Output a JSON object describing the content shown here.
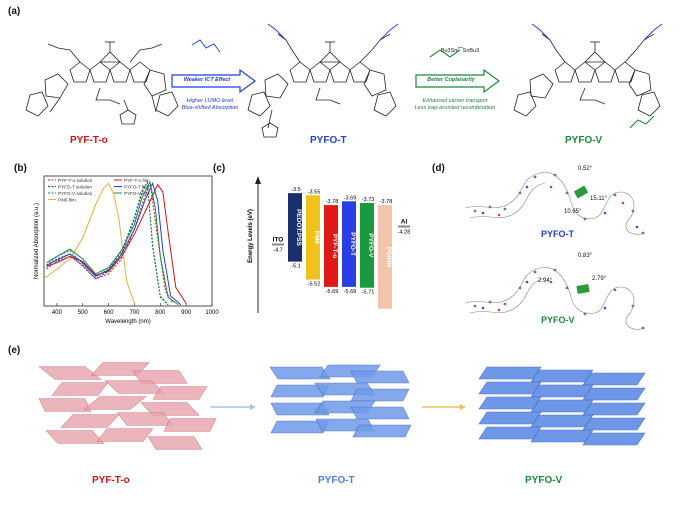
{
  "panels": {
    "a": "(a)",
    "b": "(b)",
    "c": "(c)",
    "d": "(d)",
    "e": "(e)"
  },
  "panel_a": {
    "molecules": [
      {
        "name": "PYF-T-o",
        "color": "#d11414"
      },
      {
        "name": "PYFO-T",
        "color": "#1f3fd6"
      },
      {
        "name": "PYFO-V",
        "color": "#1a8a3a"
      }
    ],
    "arrow1": {
      "top_lines": [
        "Weaker ICT Effect"
      ],
      "bottom_lines": [
        "Higher LUMO level",
        "Blue-shifted Absorption"
      ],
      "color": "#1f3fd6"
    },
    "arrow2": {
      "top_lines": [
        "Better Coplanarity"
      ],
      "bottom_lines": [
        "Enhanced carrier transport",
        "Less trap-assisted recombination"
      ],
      "color": "#1a8a3a"
    },
    "reagent": "Bu3Sn⁄⁀SnBu3"
  },
  "panel_b": {
    "chart_data": {
      "type": "line",
      "xlabel": "Wavelength (nm)",
      "ylabel": "Normalized Absorption (a.u.)",
      "xlim": [
        350,
        1000
      ],
      "xticks": [
        400,
        500,
        600,
        700,
        800,
        900,
        1000
      ],
      "series": [
        {
          "name": "PYF-T-o solution",
          "color": "#d11414",
          "style": "dot",
          "x": [
            360,
            400,
            450,
            500,
            550,
            600,
            650,
            700,
            730,
            760,
            790,
            820,
            850
          ],
          "y": [
            0.3,
            0.36,
            0.4,
            0.33,
            0.22,
            0.26,
            0.38,
            0.62,
            0.82,
            1.0,
            0.55,
            0.12,
            0.02
          ]
        },
        {
          "name": "PYFO-T solution",
          "color": "#1f3fd6",
          "style": "dot",
          "x": [
            360,
            400,
            450,
            500,
            550,
            600,
            650,
            700,
            730,
            750,
            770,
            800,
            830
          ],
          "y": [
            0.32,
            0.38,
            0.42,
            0.32,
            0.22,
            0.28,
            0.42,
            0.7,
            0.92,
            1.0,
            0.5,
            0.08,
            0.01
          ]
        },
        {
          "name": "PYFO-V solution",
          "color": "#1a8a3a",
          "style": "dot",
          "x": [
            360,
            400,
            450,
            500,
            550,
            600,
            650,
            700,
            730,
            750,
            770,
            800,
            830
          ],
          "y": [
            0.33,
            0.4,
            0.45,
            0.34,
            0.24,
            0.3,
            0.44,
            0.72,
            0.94,
            1.0,
            0.48,
            0.07,
            0.01
          ]
        },
        {
          "name": "PM6 film",
          "color": "#e2b23a",
          "style": "solid",
          "x": [
            350,
            400,
            450,
            500,
            550,
            580,
            600,
            620,
            640,
            670,
            700
          ],
          "y": [
            0.22,
            0.3,
            0.38,
            0.55,
            0.82,
            0.95,
            0.99,
            0.9,
            0.7,
            0.2,
            0.02
          ]
        },
        {
          "name": "PYF-T-o film",
          "color": "#d11414",
          "style": "solid",
          "x": [
            360,
            400,
            450,
            500,
            550,
            600,
            650,
            700,
            750,
            790,
            810,
            830,
            860,
            900
          ],
          "y": [
            0.32,
            0.35,
            0.4,
            0.36,
            0.25,
            0.28,
            0.4,
            0.58,
            0.8,
            0.98,
            0.92,
            0.6,
            0.15,
            0.02
          ]
        },
        {
          "name": "PYFO-T film",
          "color": "#1f3fd6",
          "style": "solid",
          "x": [
            360,
            400,
            450,
            500,
            550,
            600,
            650,
            700,
            740,
            770,
            790,
            810,
            840,
            880
          ],
          "y": [
            0.33,
            0.37,
            0.42,
            0.35,
            0.24,
            0.29,
            0.42,
            0.62,
            0.85,
            0.99,
            0.85,
            0.45,
            0.08,
            0.01
          ]
        },
        {
          "name": "PYFO-V film",
          "color": "#1a8a3a",
          "style": "solid",
          "x": [
            360,
            400,
            450,
            500,
            550,
            600,
            650,
            700,
            730,
            760,
            780,
            800,
            830,
            870
          ],
          "y": [
            0.35,
            0.4,
            0.46,
            0.38,
            0.26,
            0.31,
            0.45,
            0.66,
            0.88,
            1.0,
            0.8,
            0.4,
            0.07,
            0.01
          ]
        }
      ]
    }
  },
  "panel_c": {
    "chart_data": {
      "type": "bar",
      "ylabel": "Energy Levels (eV)",
      "items": [
        {
          "name": "ITO",
          "top": -4.7,
          "bottom": null,
          "color": "#888888",
          "style": "line"
        },
        {
          "name": "PEDOT:PSS",
          "top": -3.5,
          "bottom": -5.1,
          "color": "#1a2f6e"
        },
        {
          "name": "PM6",
          "top": -3.55,
          "bottom": -5.52,
          "color": "#f2c21c"
        },
        {
          "name": "PYF-T-o",
          "top": -3.78,
          "bottom": -5.69,
          "color": "#e01818"
        },
        {
          "name": "PYFO-T",
          "top": -3.69,
          "bottom": -5.69,
          "color": "#2a3ee6"
        },
        {
          "name": "PYFO-V",
          "top": -3.73,
          "bottom": -5.71,
          "color": "#1a9a40"
        },
        {
          "name": "PDINN",
          "top": -3.78,
          "bottom": -6.2,
          "color": "#f4c3a8"
        },
        {
          "name": "Al",
          "top": -4.28,
          "bottom": null,
          "color": "#888888",
          "style": "line"
        }
      ],
      "labels": {
        "ITO": "-4.7",
        "PEDOT:PSS_top": "-3.5",
        "PEDOT:PSS_bot": "-5.1",
        "PM6_top": "-3.55",
        "PM6_bot": "-5.52",
        "PYF-T-o_top": "-3.78",
        "PYF-T-o_bot": "-5.69",
        "PYFO-T_top": "-3.69",
        "PYFO-T_bot": "-5.69",
        "PYFO-V_top": "-3.73",
        "PYFO-V_bot": "-5.71",
        "PDINN_top": "-3.78",
        "Al": "-4.28"
      }
    }
  },
  "panel_d": {
    "top": {
      "name": "PYFO-T",
      "angles": [
        "0.52°",
        "15.11°",
        "10.65°"
      ]
    },
    "bottom": {
      "name": "PYFO-V",
      "angles": [
        "0.83°",
        "2.94°",
        "2.79°"
      ]
    }
  },
  "panel_e": {
    "labels": [
      {
        "name": "PYF-T-o",
        "color": "#d11414"
      },
      {
        "name": "PYFO-T",
        "color": "#4a7de6"
      },
      {
        "name": "PYFO-V",
        "color": "#1a8a3a"
      }
    ]
  }
}
